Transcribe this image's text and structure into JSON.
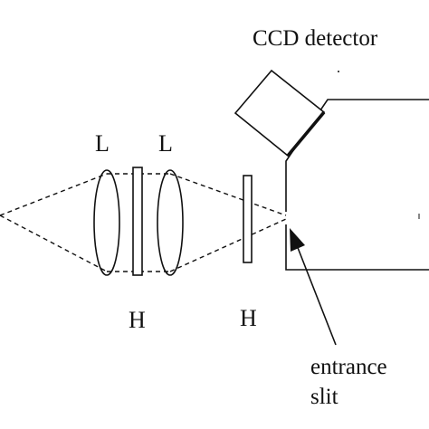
{
  "labels": {
    "ccd_detector": "CCD detector",
    "lens_left": "L",
    "lens_right": "L",
    "filter_left": "H",
    "filter_right": "H",
    "entrance_line1": "entrance",
    "entrance_line2": "slit"
  },
  "colors": {
    "ink": "#111111",
    "background": "#ffffff"
  }
}
